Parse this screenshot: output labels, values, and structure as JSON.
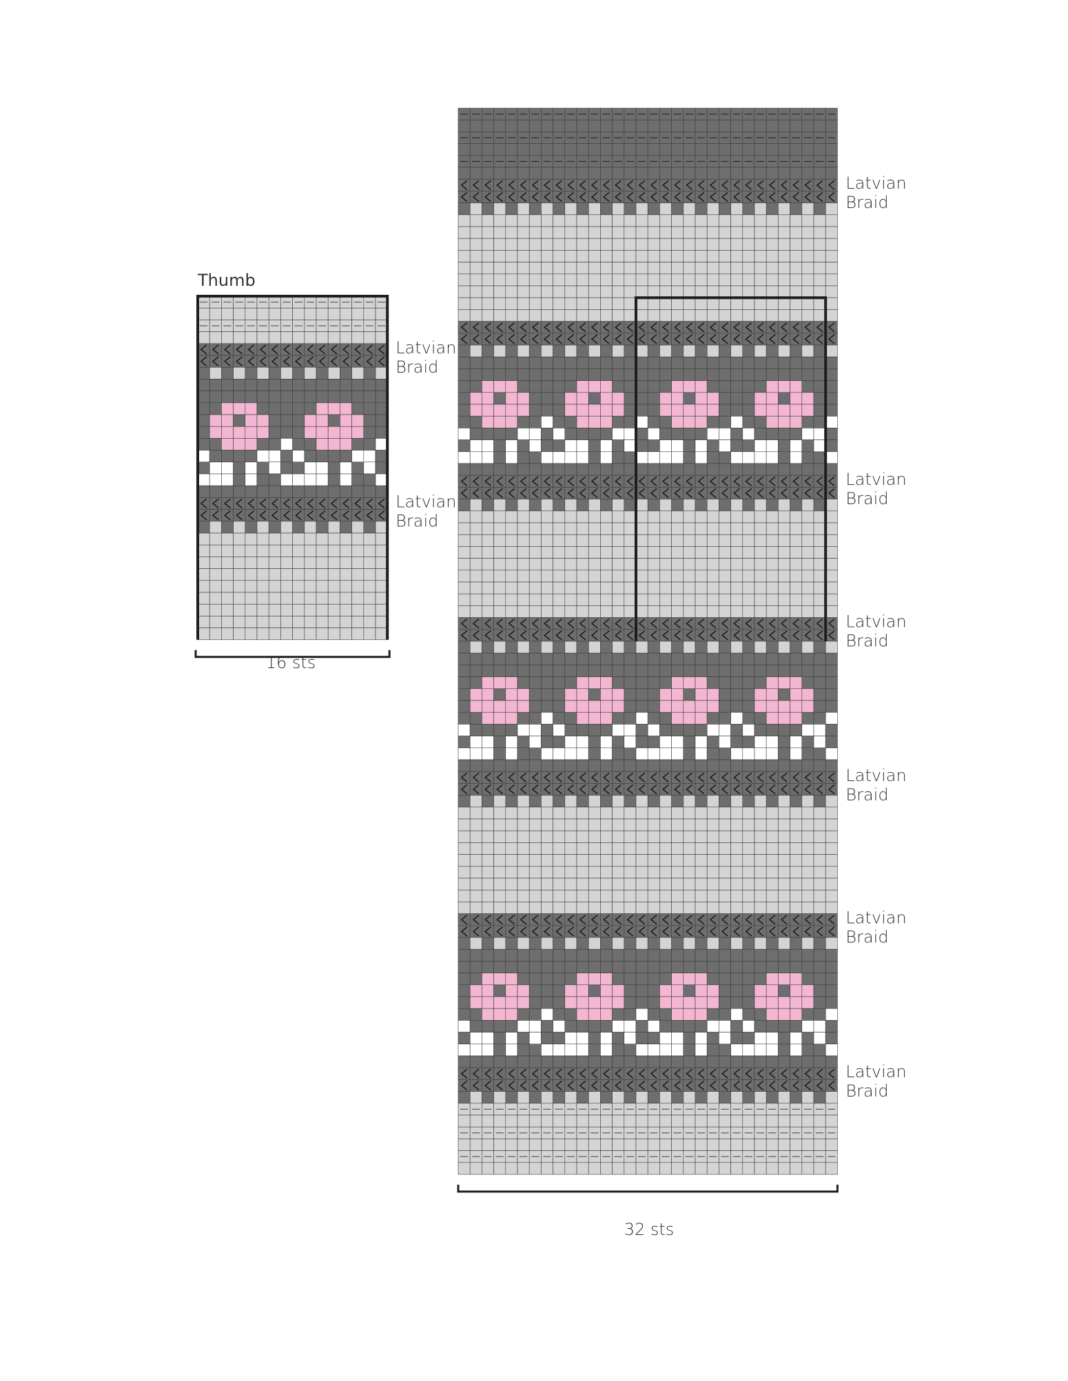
{
  "colors": {
    "background": "#2d2d2d",
    "main": "#6e6e6e",
    "light": "#d4d4d4",
    "pink": "#f4b7d3",
    "white": "#ffffff",
    "grid": "#3a3a3a",
    "frame": "#1e1e1e"
  },
  "thumb_chart": {
    "title": "Thumb",
    "width_label": "16 sts",
    "stitches": 16,
    "labels": [
      {
        "text": [
          "Latvian",
          "Braid"
        ]
      },
      {
        "text": [
          "Latvian",
          "Braid"
        ]
      }
    ]
  },
  "main_chart": {
    "width_label": "32 sts",
    "stitches": 32,
    "labels": [
      {
        "text": [
          "Latvian",
          "Braid"
        ]
      },
      {
        "text": [
          "Latvian",
          "Braid"
        ]
      },
      {
        "text": [
          "Latvian",
          "Braid"
        ]
      },
      {
        "text": [
          "Latvian",
          "Braid"
        ]
      },
      {
        "text": [
          "Latvian",
          "Braid"
        ]
      },
      {
        "text": [
          "Latvian",
          "Braid"
        ]
      }
    ]
  }
}
